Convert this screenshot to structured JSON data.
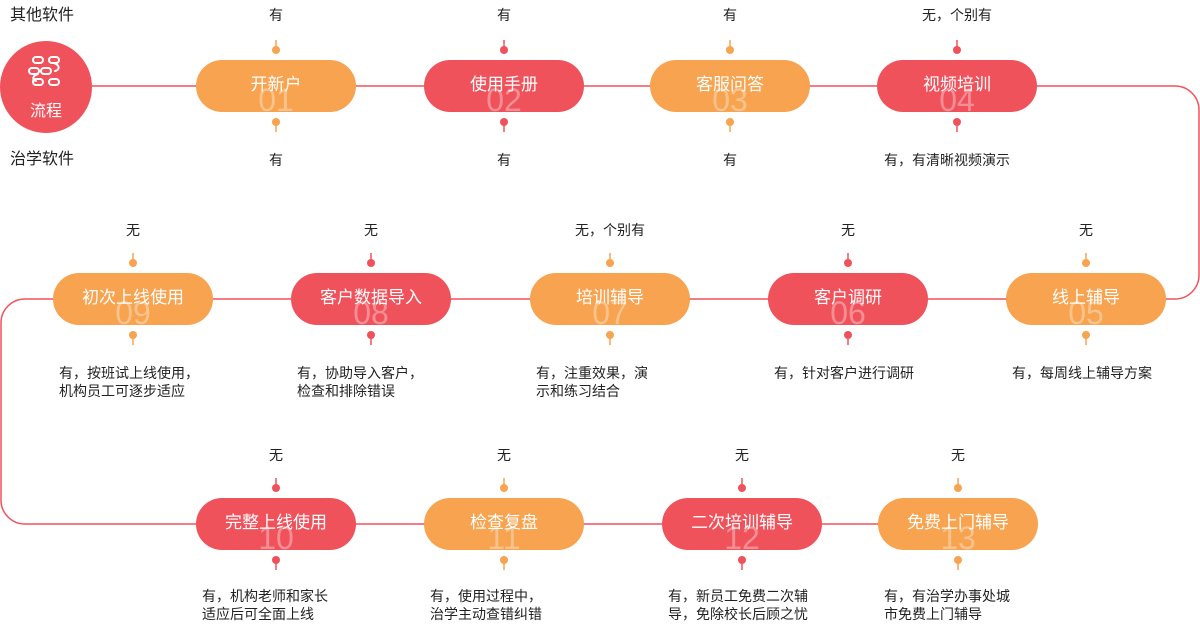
{
  "legend": {
    "top_row_label": "其他软件",
    "bottom_row_label": "治学软件",
    "badge_text": "流程",
    "badge_icon": "workflow-icon"
  },
  "colors": {
    "orange": "#f7a34f",
    "red": "#f0525b",
    "line": "#f0525b"
  },
  "steps": [
    {
      "id": "01",
      "label": "开新户",
      "color": "orange",
      "other": "有",
      "ours": "有"
    },
    {
      "id": "02",
      "label": "使用手册",
      "color": "red",
      "other": "有",
      "ours": "有"
    },
    {
      "id": "03",
      "label": "客服问答",
      "color": "orange",
      "other": "有",
      "ours": "有"
    },
    {
      "id": "04",
      "label": "视频培训",
      "color": "red",
      "other": "无，个别有",
      "ours": "有，有清晰视频演示"
    },
    {
      "id": "05",
      "label": "线上辅导",
      "color": "orange",
      "other": "无",
      "ours": "有，每周线上辅导方案"
    },
    {
      "id": "06",
      "label": "客户调研",
      "color": "red",
      "other": "无",
      "ours": "有，针对客户进行调研"
    },
    {
      "id": "07",
      "label": "培训辅导",
      "color": "orange",
      "other": "无，个别有",
      "ours": "有，注重效果，演\n示和练习结合"
    },
    {
      "id": "08",
      "label": "客户数据导入",
      "color": "red",
      "other": "无",
      "ours": "有，协助导入客户，\n检查和排除错误"
    },
    {
      "id": "09",
      "label": "初次上线使用",
      "color": "orange",
      "other": "无",
      "ours": "有，按班试上线使用，\n机构员工可逐步适应"
    },
    {
      "id": "10",
      "label": "完整上线使用",
      "color": "red",
      "other": "无",
      "ours": "有，机构老师和家长\n适应后可全面上线"
    },
    {
      "id": "11",
      "label": "检查复盘",
      "color": "orange",
      "other": "无",
      "ours": "有，使用过程中，\n治学主动查错纠错"
    },
    {
      "id": "12",
      "label": "二次培训辅导",
      "color": "red",
      "other": "无",
      "ours": "有，新员工免费二次辅\n导，免除校长后顾之忧"
    },
    {
      "id": "13",
      "label": "免费上门辅导",
      "color": "orange",
      "other": "无",
      "ours": "有，有治学办事处城\n市免费上门辅导"
    }
  ]
}
